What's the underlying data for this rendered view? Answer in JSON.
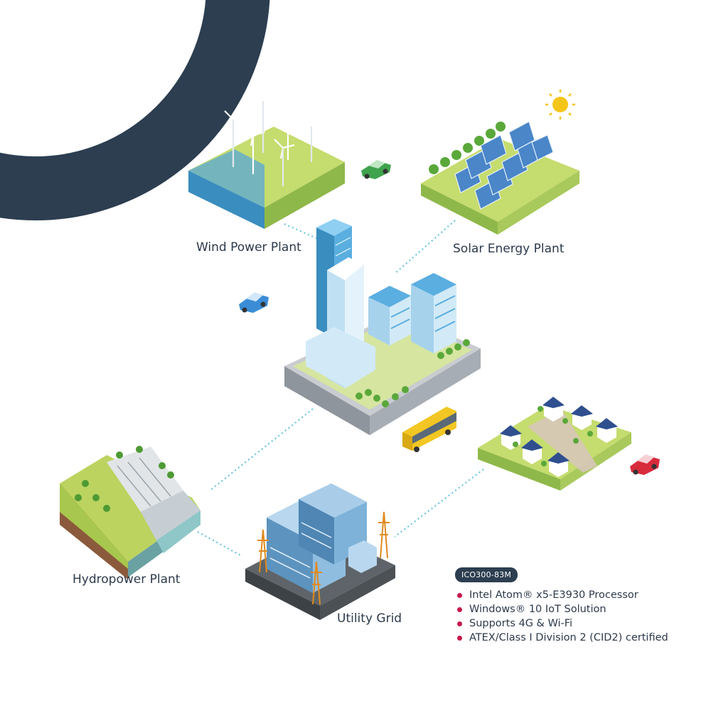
{
  "labels": {
    "wind": "Wind Power Plant",
    "solar": "Solar Energy Plant",
    "hydro": "Hydropower Plant",
    "grid": "Utility Grid"
  },
  "spec": {
    "badge": "ICO300-83M",
    "items": [
      "Intel Atom® x5-E3930 Processor",
      "Windows® 10 IoT Solution",
      "Supports 4G & Wi-Fi",
      "ATEX/Class I Division 2 (CID2) certified"
    ]
  },
  "colors": {
    "navy": "#2c3e50",
    "grass": "#c5dc6e",
    "water": "#3a8dbf",
    "building": "#5aaee0",
    "bullet": "#c8184a",
    "connector": "#5bc0de"
  }
}
